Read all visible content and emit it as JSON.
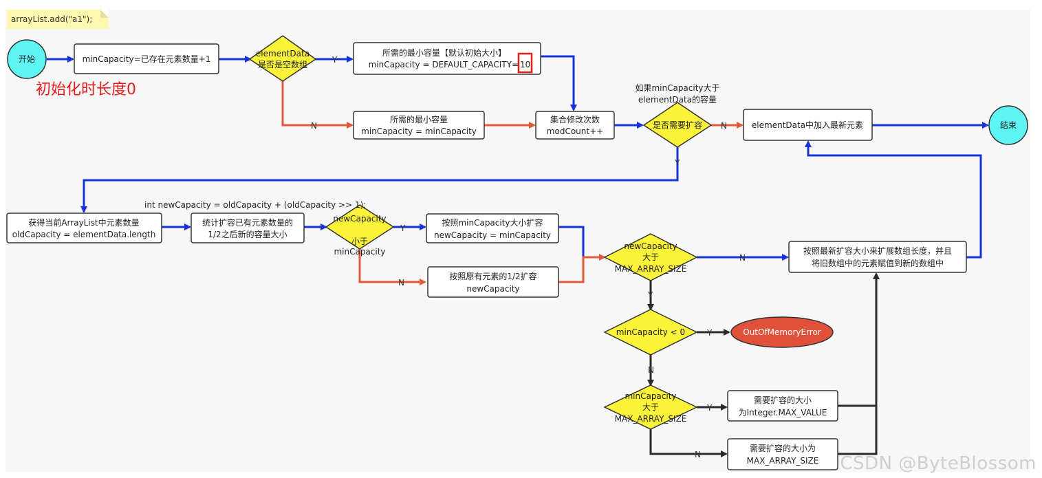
{
  "note": "arrayList.add(\"a1\");",
  "init_annotation": "初始化时长度0",
  "watermark": "CSDN @ByteBlossom",
  "colors": {
    "blue": "#1533d6",
    "red": "#e05a3a",
    "dark": "#2b2b2b",
    "diamond": "#fbf23a",
    "terminal": "#5ff4f4",
    "error": "#e0503a"
  },
  "nodes": {
    "start": "开始",
    "end": "结束",
    "min_capacity_calc": "minCapacity=已存在元素数量+1",
    "is_empty_line1": "elementData",
    "is_empty_line2": "是否是空数组",
    "default_cap_line1": "所需的最小容量【默认初始大小】",
    "default_cap_line2": "minCapacity = DEFAULT_CAPACITY=",
    "default_cap_value": "10",
    "min_cap_line1": "所需的最小容量",
    "min_cap_line2": "minCapacity = minCapacity",
    "modcount_line1": "集合修改次数",
    "modcount_line2": "modCount++",
    "need_grow": "是否需要扩容",
    "need_grow_note1": "如果minCapacity大于",
    "need_grow_note2": "elementData的容量",
    "add_element": "elementData中加入最新元素",
    "get_old_line1": "获得当前ArrayList中元素数量",
    "get_old_line2": "oldCapacity = elementData.length",
    "new_cap_formula": "int newCapacity = oldCapacity + (oldCapacity >> 1);",
    "calc_half_line1": "统计扩容已有元素数量的",
    "calc_half_line2": "1/2之后新的容量大小",
    "new_lt_min_line1": "newCapacity",
    "new_lt_min_line2": "小于",
    "new_lt_min_line3": "minCapacity",
    "use_min_line1": "按照minCapacity大小扩容",
    "use_min_line2": "newCapacity = minCapacity",
    "use_half_line1": "按照原有元素的1/2扩容",
    "use_half_line2": "newCapacity",
    "new_gt_max_line1": "newCapacity",
    "new_gt_max_line2": "大于",
    "new_gt_max_line3": "MAX_ARRAY_SIZE",
    "copy_line1": "按照最新扩容大小来扩展数组长度，并且",
    "copy_line2": "将旧数组中的元素赋值到新的数组中",
    "min_lt0": "minCapacity < 0",
    "oom": "OutOfMemoryError",
    "min_gt_max_line1": "minCapacity",
    "min_gt_max_line2": "大于",
    "min_gt_max_line3": "MAX_ARRAY_SIZE",
    "int_max_line1": "需要扩容的大小",
    "int_max_line2": "为Integer.MAX_VALUE",
    "max_size_line1": "需要扩容的大小为",
    "max_size_line2": "MAX_ARRAY_SIZE"
  },
  "labels": {
    "yes": "Y",
    "no": "N"
  }
}
